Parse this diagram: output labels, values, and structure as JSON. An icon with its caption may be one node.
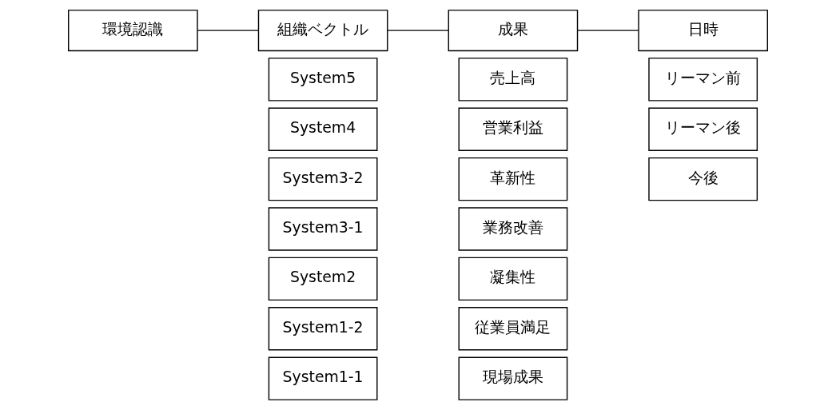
{
  "diagram": {
    "nodes": [
      {
        "text": [
          "環境認識"
        ]
      },
      {
        "text": [
          "組織ベクトル"
        ]
      },
      {
        "text": [
          "成果"
        ]
      },
      {
        "text": [
          "日時"
        ]
      },
      {
        "text": [
          "System5"
        ]
      },
      {
        "text": [
          "System4"
        ]
      },
      {
        "text": [
          "System3-2"
        ]
      },
      {
        "text": [
          "System3-1"
        ]
      },
      {
        "text": [
          "System2"
        ]
      },
      {
        "text": [
          "System1-2"
        ]
      },
      {
        "text": [
          "System1-1"
        ]
      },
      {
        "text": [
          "売上高"
        ]
      },
      {
        "text": [
          "営業利益"
        ]
      },
      {
        "text": [
          "革新性"
        ]
      },
      {
        "text": [
          "業務改善"
        ]
      },
      {
        "text": [
          "凝集性"
        ]
      },
      {
        "text": [
          "従業員満足"
        ]
      },
      {
        "text": [
          "現場成果"
        ]
      },
      {
        "text": [
          "リーマン前"
        ]
      },
      {
        "text": [
          "リーマン後"
        ]
      },
      {
        "text": [
          "今後"
        ]
      }
    ],
    "edges": [
      {
        "from": 0,
        "to": 1,
        "arrow": "none"
      },
      {
        "from": 1,
        "to": 2,
        "arrow": "none"
      },
      {
        "from": 2,
        "to": 3,
        "arrow": "none"
      }
    ]
  }
}
